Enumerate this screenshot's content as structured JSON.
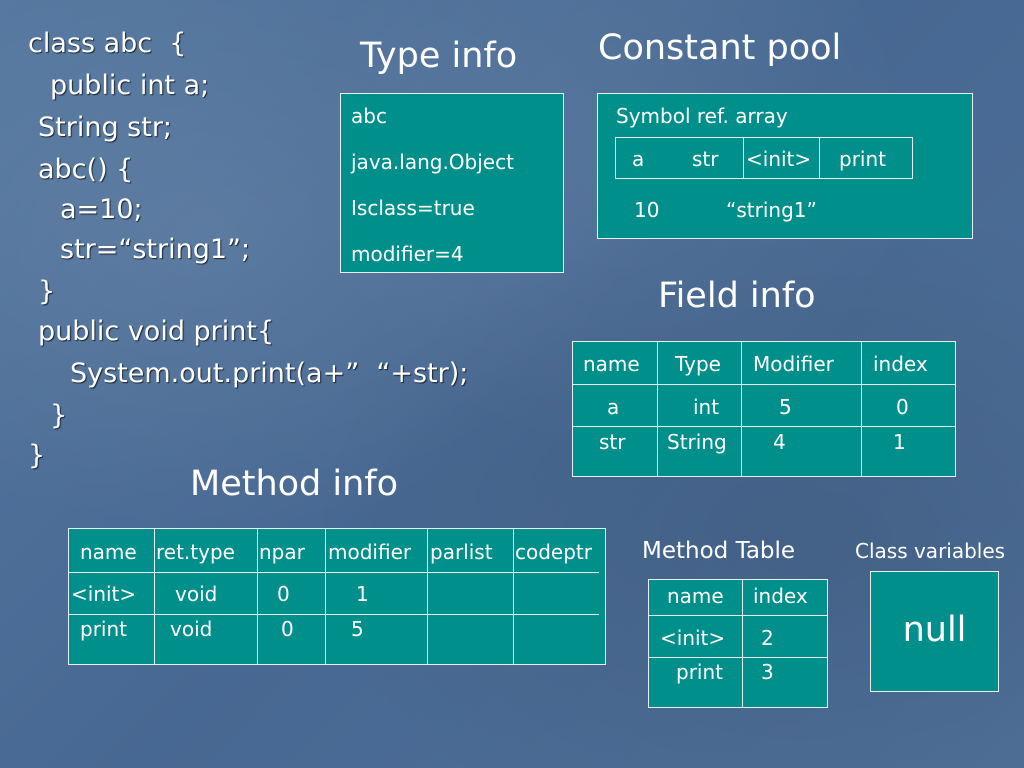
{
  "code": {
    "lines": [
      "class abc  {",
      "public int a;",
      "String str;",
      "abc() {",
      "a=10;",
      "str=“string1”;",
      "}",
      "public void print{",
      "System.out.print(a+”  “+str);",
      "}",
      "}"
    ]
  },
  "type_info": {
    "title": "Type info",
    "rows": [
      "abc",
      "java.lang.Object",
      "Isclass=true",
      "modifier=4"
    ]
  },
  "constant_pool": {
    "title": "Constant pool",
    "label": "Symbol ref. array",
    "symbols": [
      "a",
      "str",
      "<init>",
      "print"
    ],
    "values": [
      "10",
      "“string1”"
    ]
  },
  "field_info": {
    "title": "Field info",
    "headers": [
      "name",
      "Type",
      "Modifier",
      "index"
    ],
    "rows": [
      [
        "a",
        "int",
        "5",
        "0"
      ],
      [
        "str",
        "String",
        "4",
        "1"
      ]
    ]
  },
  "method_info": {
    "title": "Method info",
    "headers": [
      "name",
      "ret.type",
      "npar",
      "modifier",
      "parlist",
      "codeptr"
    ],
    "rows": [
      [
        "<init>",
        "void",
        "0",
        "1",
        "",
        ""
      ],
      [
        "print",
        "void",
        "0",
        "5",
        "",
        ""
      ]
    ]
  },
  "method_table": {
    "title": "Method Table",
    "headers": [
      "name",
      "index"
    ],
    "rows": [
      [
        "<init>",
        "2"
      ],
      [
        "print",
        "3"
      ]
    ]
  },
  "class_variables": {
    "title": "Class variables",
    "value": "null"
  },
  "colors": {
    "background": "#4a6a94",
    "box_fill": "#008f8a",
    "box_border": "#e6f0f0",
    "text": "#ffffff"
  }
}
